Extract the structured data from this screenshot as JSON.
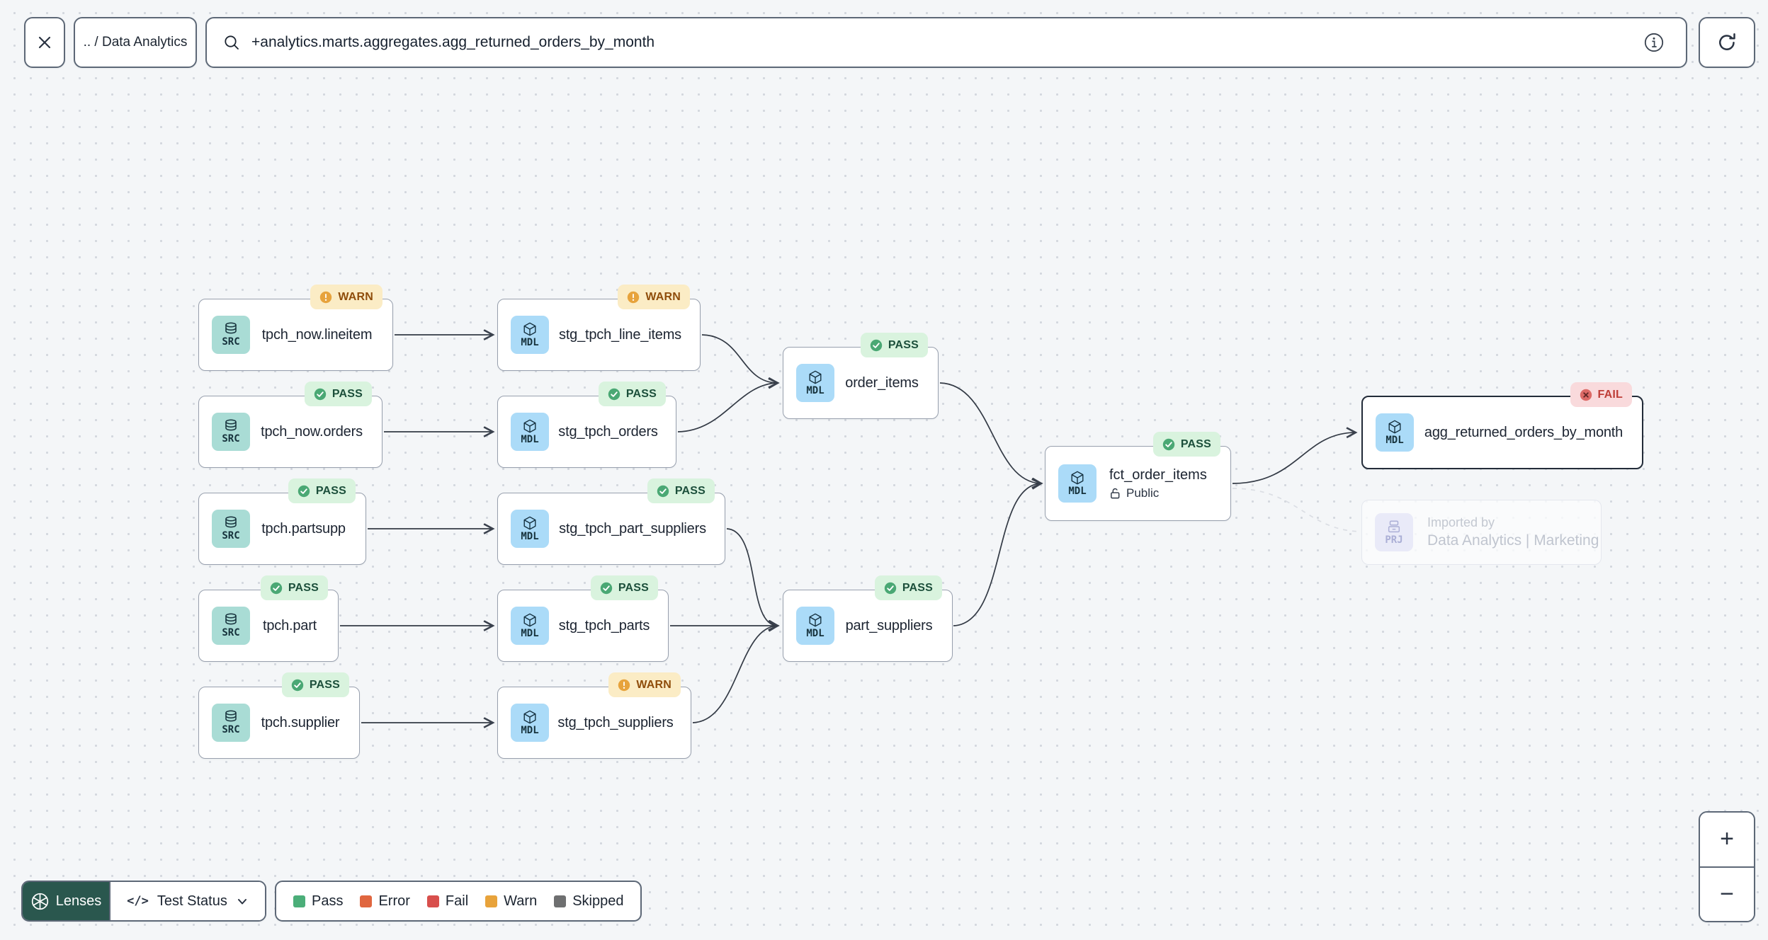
{
  "toolbar": {
    "breadcrumb": ".. / Data Analytics",
    "search_value": "+analytics.marts.aggregates.agg_returned_orders_by_month"
  },
  "icons": {
    "close": "✕",
    "search": "🔍",
    "info": "ⓘ",
    "refresh": "↻",
    "lock_open": "🔓",
    "lenses_aperture": "◉",
    "chevron_down": "⌄"
  },
  "colors": {
    "lenses_button": "#2A574E",
    "selection_border": "#232C39",
    "pass_badge_bg": "#D9F3DE",
    "warn_badge_bg": "#FBECC5",
    "fail_badge_bg": "#F9DADC"
  },
  "nodes": {
    "tpch_now_lineitem": {
      "type": "SRC",
      "label": "tpch_now.lineitem",
      "status": "WARN"
    },
    "stg_tpch_line_items": {
      "type": "MDL",
      "label": "stg_tpch_line_items",
      "status": "WARN"
    },
    "tpch_now_orders": {
      "type": "SRC",
      "label": "tpch_now.orders",
      "status": "PASS"
    },
    "stg_tpch_orders": {
      "type": "MDL",
      "label": "stg_tpch_orders",
      "status": "PASS"
    },
    "order_items": {
      "type": "MDL",
      "label": "order_items",
      "status": "PASS"
    },
    "tpch_partsupp": {
      "type": "SRC",
      "label": "tpch.partsupp",
      "status": "PASS"
    },
    "stg_tpch_part_suppliers": {
      "type": "MDL",
      "label": "stg_tpch_part_suppliers",
      "status": "PASS"
    },
    "fct_order_items": {
      "type": "MDL",
      "label": "fct_order_items",
      "status": "PASS",
      "visibility": "Public"
    },
    "agg_returned_orders_by_month": {
      "type": "MDL",
      "label": "agg_returned_orders_by_month",
      "status": "FAIL",
      "selected": true
    },
    "tpch_part": {
      "type": "SRC",
      "label": "tpch.part",
      "status": "PASS"
    },
    "stg_tpch_parts": {
      "type": "MDL",
      "label": "stg_tpch_parts",
      "status": "PASS"
    },
    "part_suppliers": {
      "type": "MDL",
      "label": "part_suppliers",
      "status": "PASS"
    },
    "tpch_supplier": {
      "type": "SRC",
      "label": "tpch.supplier",
      "status": "PASS"
    },
    "stg_tpch_suppliers": {
      "type": "MDL",
      "label": "stg_tpch_suppliers",
      "status": "WARN"
    },
    "imported_by": {
      "type": "PRJ",
      "label": "Imported by",
      "sublabel": "Data Analytics | Marketing"
    }
  },
  "footer": {
    "lenses_label": "Lenses",
    "lens_selected": "Test Status",
    "code_glyph": "</>"
  },
  "legend": {
    "items": [
      {
        "label": "Pass",
        "color": "#4BAE79"
      },
      {
        "label": "Error",
        "color": "#E0663F"
      },
      {
        "label": "Fail",
        "color": "#D84F4C"
      },
      {
        "label": "Warn",
        "color": "#E8A33B"
      },
      {
        "label": "Skipped",
        "color": "#6E6F70"
      }
    ]
  },
  "zoom_controls": {
    "zoom_in": "+",
    "zoom_out": "−"
  }
}
